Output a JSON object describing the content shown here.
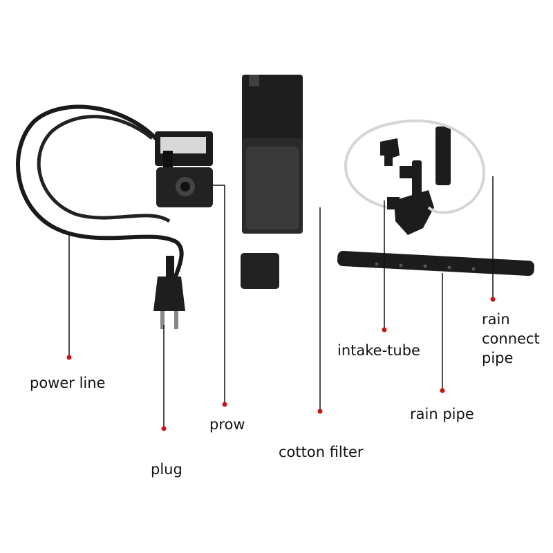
{
  "labels": {
    "power_line": "power line",
    "plug": "plug",
    "prow": "prow",
    "cotton_filter": "cotton filter",
    "intake_tube": "intake-tube",
    "rain_pipe": "rain pipe",
    "rain_connect_pipe": [
      "rain",
      "connect",
      "pipe"
    ]
  },
  "colors": {
    "marker_dot": "#cc1111",
    "leader_line": "#111111",
    "product": "#1c1c1c"
  }
}
